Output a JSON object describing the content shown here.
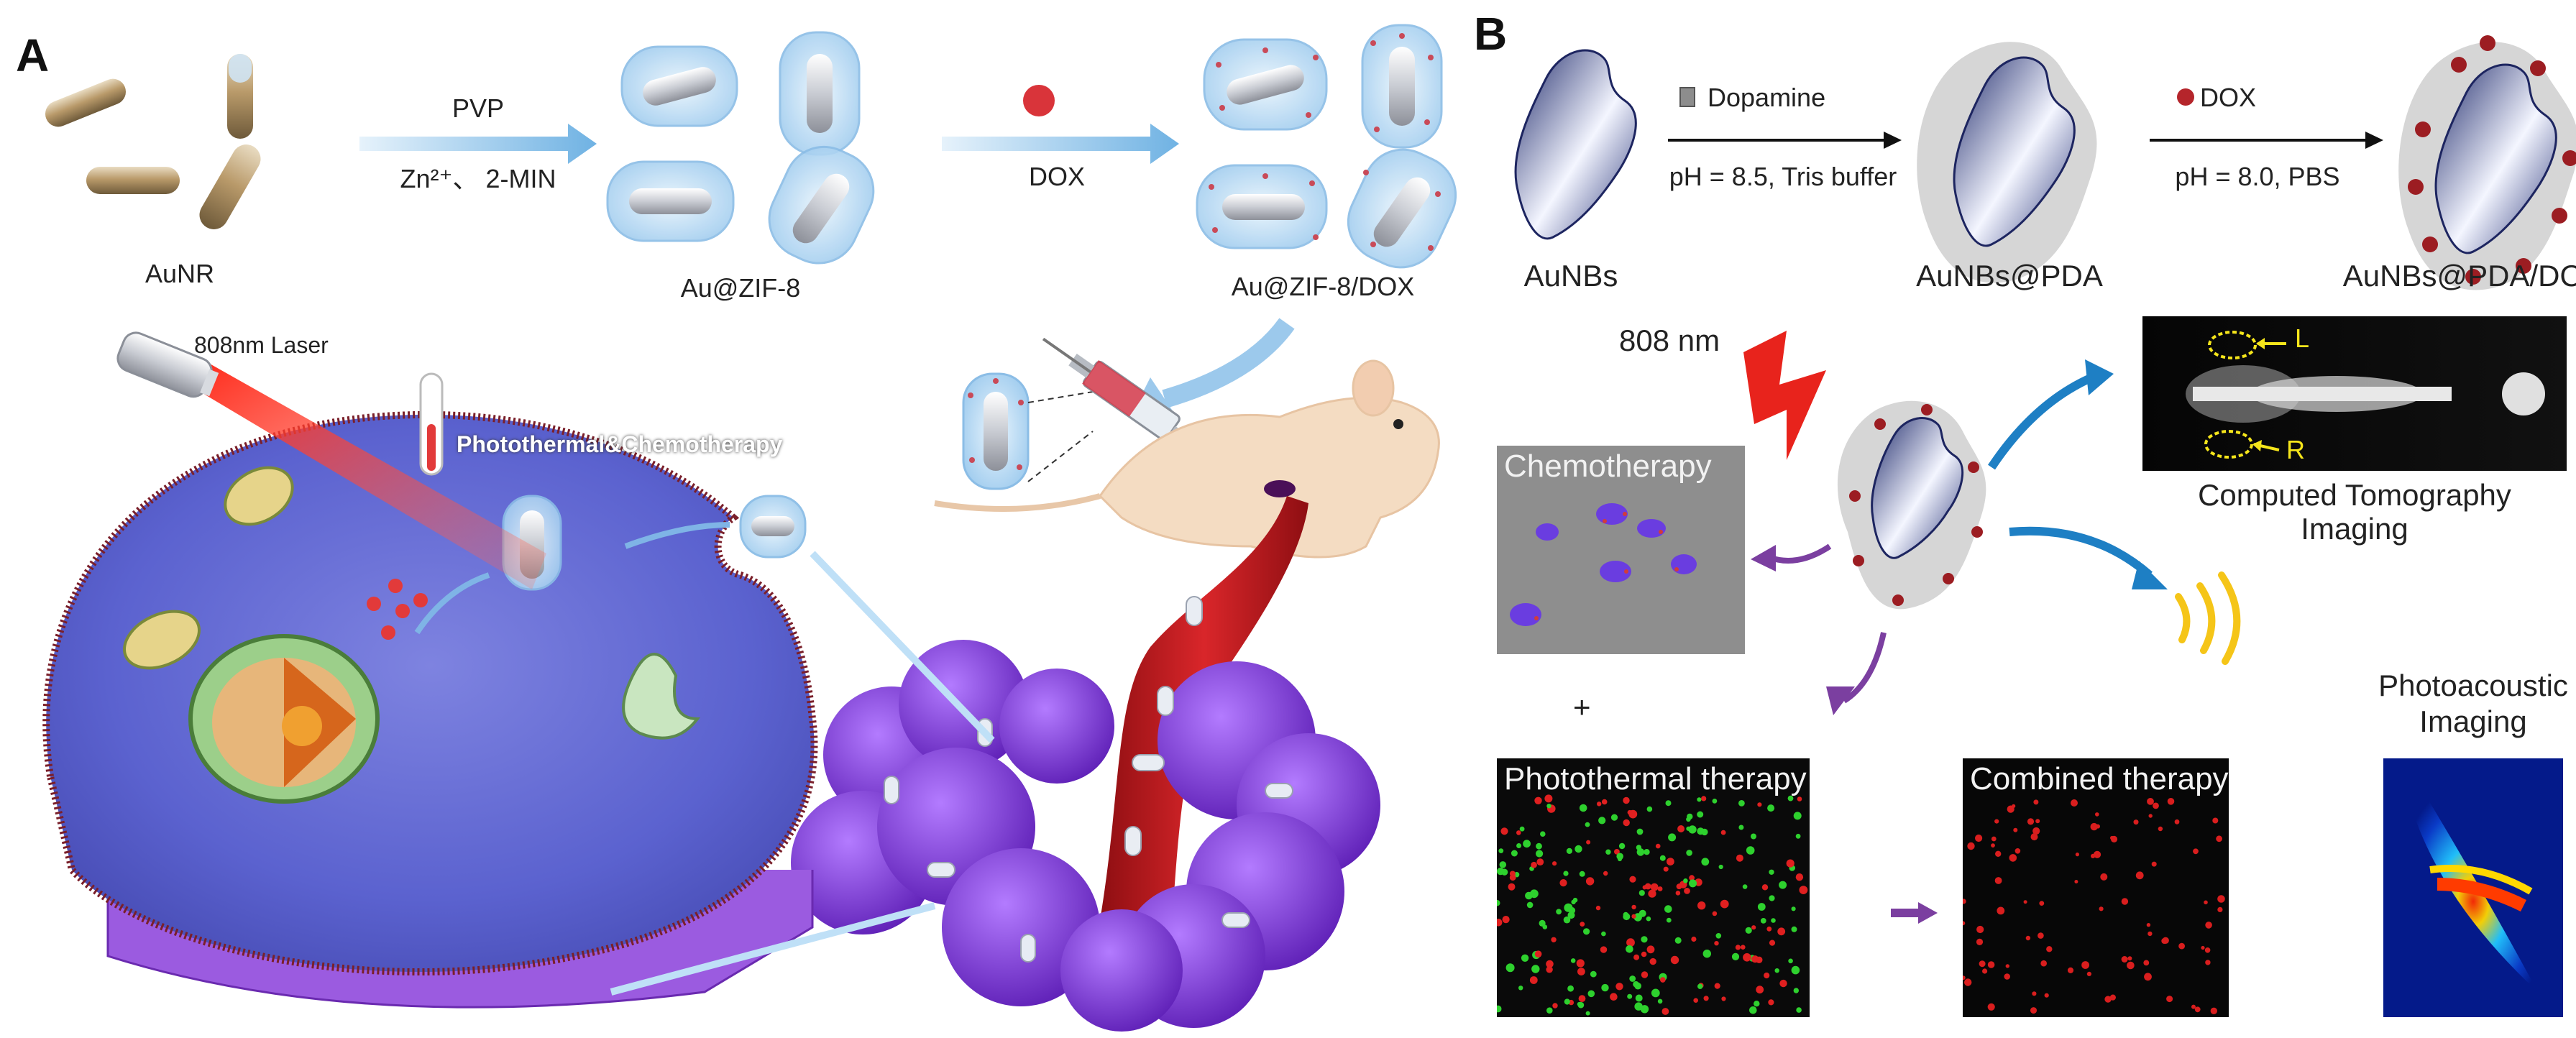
{
  "panel_a": {
    "letter": "A",
    "aunr_label": "AuNR",
    "step1_top": "PVP",
    "step1_bottom": "Zn²⁺、 2-MIN",
    "auzif_label": "Au@ZIF-8",
    "step2_bottom": "DOX",
    "auzifdox_label": "Au@ZIF-8/DOX",
    "laser_label": "808nm Laser",
    "therapy_label": "Photothermal&Chemotherapy"
  },
  "panel_b": {
    "letter": "B",
    "aunbs_label": "AuNBs",
    "step1_top": "Dopamine",
    "step1_bottom": "pH = 8.5, Tris buffer",
    "aunbspda_label": "AuNBs@PDA",
    "step2_top": "DOX",
    "step2_bottom": "pH = 8.0, PBS",
    "aunbspdadox_label": "AuNBs@PDA/DOX",
    "laser_label": "808 nm",
    "ct_marker_l": "L",
    "ct_marker_r": "R",
    "ct_caption_1": "Computed Tomography",
    "ct_caption_2": "Imaging",
    "chemo_title": "Chemotherapy",
    "plus_sign": "+",
    "ptt_title": "Photothermal therapy",
    "combined_title": "Combined therapy",
    "pa_caption_1": "Photoacoustic",
    "pa_caption_2": "Imaging"
  },
  "colors": {
    "arrow_blue": "#8fc4ea",
    "arrow_blue_dark": "#1e7fc4",
    "arrow_purple": "#7b3fa0",
    "laser_red": "#e8231c",
    "cell_purple": "#8a4fd6",
    "dox_red": "#b5252b",
    "sound_yellow": "#f5c518"
  }
}
